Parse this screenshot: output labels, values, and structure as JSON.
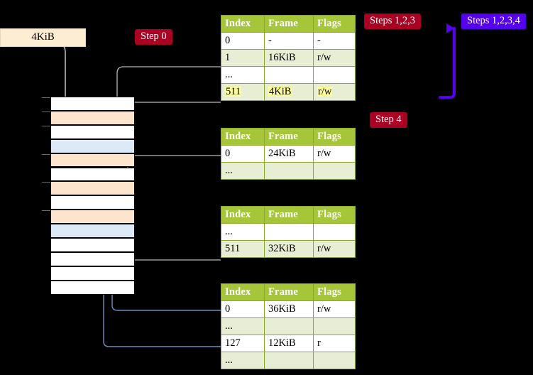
{
  "diagram": {
    "title_labels": {
      "size_label": "4KiB"
    },
    "badges": [
      {
        "id": "step0",
        "label": "Step 0",
        "color": "#aa0022",
        "kind": "red"
      },
      {
        "id": "step4",
        "label": "Step 4",
        "color": "#aa0022",
        "kind": "red"
      },
      {
        "id": "steps123",
        "label": "Steps 1,2,3",
        "color": "#aa0022",
        "kind": "red"
      },
      {
        "id": "steps1234",
        "label": "Steps 1,2,3,4",
        "color": "#5500ee",
        "kind": "blue"
      }
    ],
    "colors": {
      "table_header_bg": "#a5c639",
      "table_header_text": "#ffffff",
      "table_border": "#8aa829",
      "row_alt_bg": "#e8eed4",
      "highlight_bg": "#ffff99",
      "memory_peach": "#fde4cd",
      "memory_blue": "#dce9f7",
      "size_label_bg": "#fdeed3",
      "connector_gray": "#b3b3b3",
      "connector_blue": "#6b8fbf",
      "arrow_purple": "#5500ee",
      "background": "#000000"
    },
    "columns": [
      "Index",
      "Frame",
      "Flags"
    ],
    "tables": [
      {
        "id": "page-table-level4",
        "columns": [
          "Index",
          "Frame",
          "Flags"
        ],
        "rows": [
          {
            "index": "0",
            "frame": "-",
            "flags": "-",
            "style": "white"
          },
          {
            "index": "1",
            "frame": "16KiB",
            "flags": "r/w",
            "style": "green"
          },
          {
            "index": "...",
            "frame": "",
            "flags": "",
            "style": "white"
          },
          {
            "index": "511",
            "frame": "4KiB",
            "flags": "r/w",
            "style": "highlight"
          }
        ]
      },
      {
        "id": "page-table-level3",
        "columns": [
          "Index",
          "Frame",
          "Flags"
        ],
        "rows": [
          {
            "index": "0",
            "frame": "24KiB",
            "flags": "r/w",
            "style": "white"
          },
          {
            "index": "...",
            "frame": "",
            "flags": "",
            "style": "green"
          }
        ]
      },
      {
        "id": "page-table-level2",
        "columns": [
          "Index",
          "Frame",
          "Flags"
        ],
        "rows": [
          {
            "index": "...",
            "frame": "",
            "flags": "",
            "style": "white"
          },
          {
            "index": "511",
            "frame": "32KiB",
            "flags": "r/w",
            "style": "green"
          }
        ]
      },
      {
        "id": "page-table-level1",
        "columns": [
          "Index",
          "Frame",
          "Flags"
        ],
        "rows": [
          {
            "index": "0",
            "frame": "36KiB",
            "flags": "r/w",
            "style": "white"
          },
          {
            "index": "...",
            "frame": "",
            "flags": "",
            "style": "green"
          },
          {
            "index": "127",
            "frame": "12KiB",
            "flags": "r",
            "style": "white"
          },
          {
            "index": "...",
            "frame": "",
            "flags": "",
            "style": "green"
          }
        ]
      }
    ],
    "memory_blocks": [
      {
        "i": 0,
        "fill": "white",
        "tick": true
      },
      {
        "i": 1,
        "fill": "peach",
        "tick": true
      },
      {
        "i": 2,
        "fill": "white",
        "tick": true
      },
      {
        "i": 3,
        "fill": "blue",
        "tick": false
      },
      {
        "i": 4,
        "fill": "peach",
        "tick": true
      },
      {
        "i": 5,
        "fill": "white",
        "tick": false
      },
      {
        "i": 6,
        "fill": "peach",
        "tick": true
      },
      {
        "i": 7,
        "fill": "white",
        "tick": false
      },
      {
        "i": 8,
        "fill": "peach",
        "tick": true
      },
      {
        "i": 9,
        "fill": "blue",
        "tick": false
      },
      {
        "i": 10,
        "fill": "white",
        "tick": false
      },
      {
        "i": 11,
        "fill": "white",
        "tick": false
      },
      {
        "i": 12,
        "fill": "white",
        "tick": false
      },
      {
        "i": 13,
        "fill": "white",
        "tick": false
      }
    ]
  }
}
